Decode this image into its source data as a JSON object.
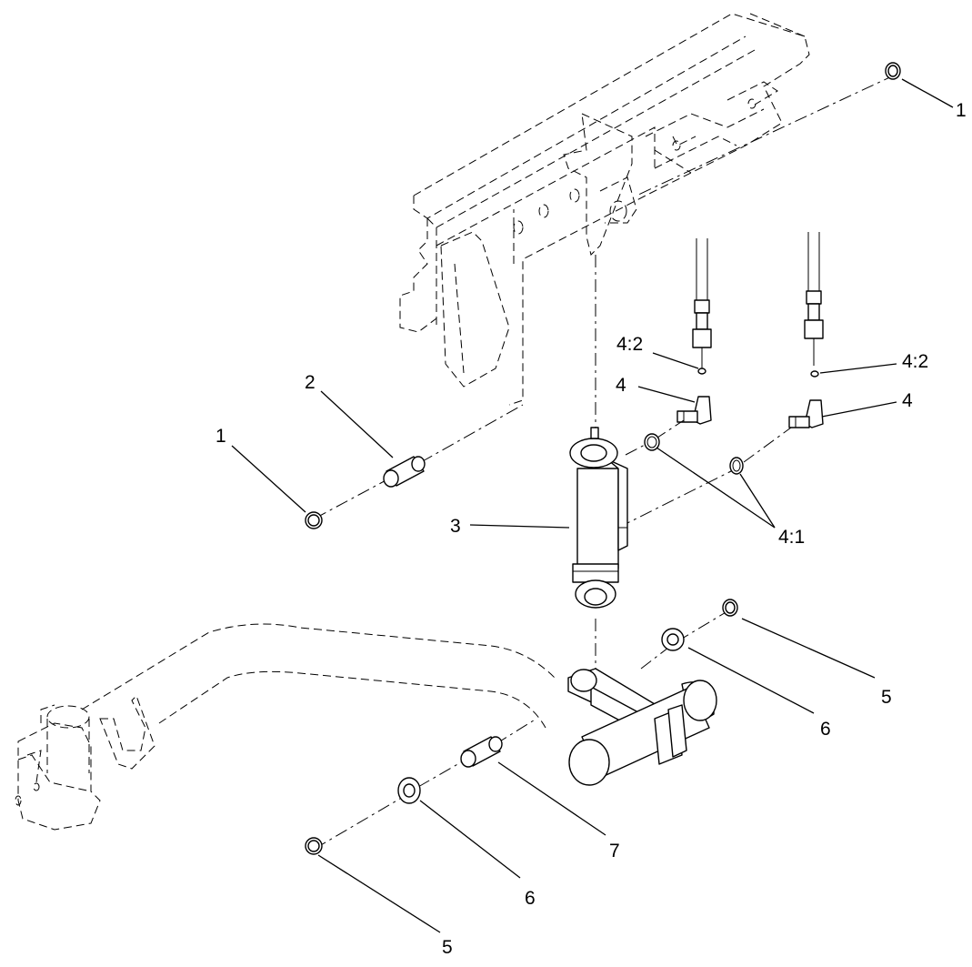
{
  "callouts": {
    "c1_top": "1",
    "c1_left": "1",
    "c2": "2",
    "c3": "3",
    "c4_left": "4",
    "c4_right": "4",
    "c42_left": "4:2",
    "c42_right": "4:2",
    "c41": "4:1",
    "c5_right": "5",
    "c5_bottom": "5",
    "c6_right": "6",
    "c6_bottom": "6",
    "c7": "7"
  }
}
